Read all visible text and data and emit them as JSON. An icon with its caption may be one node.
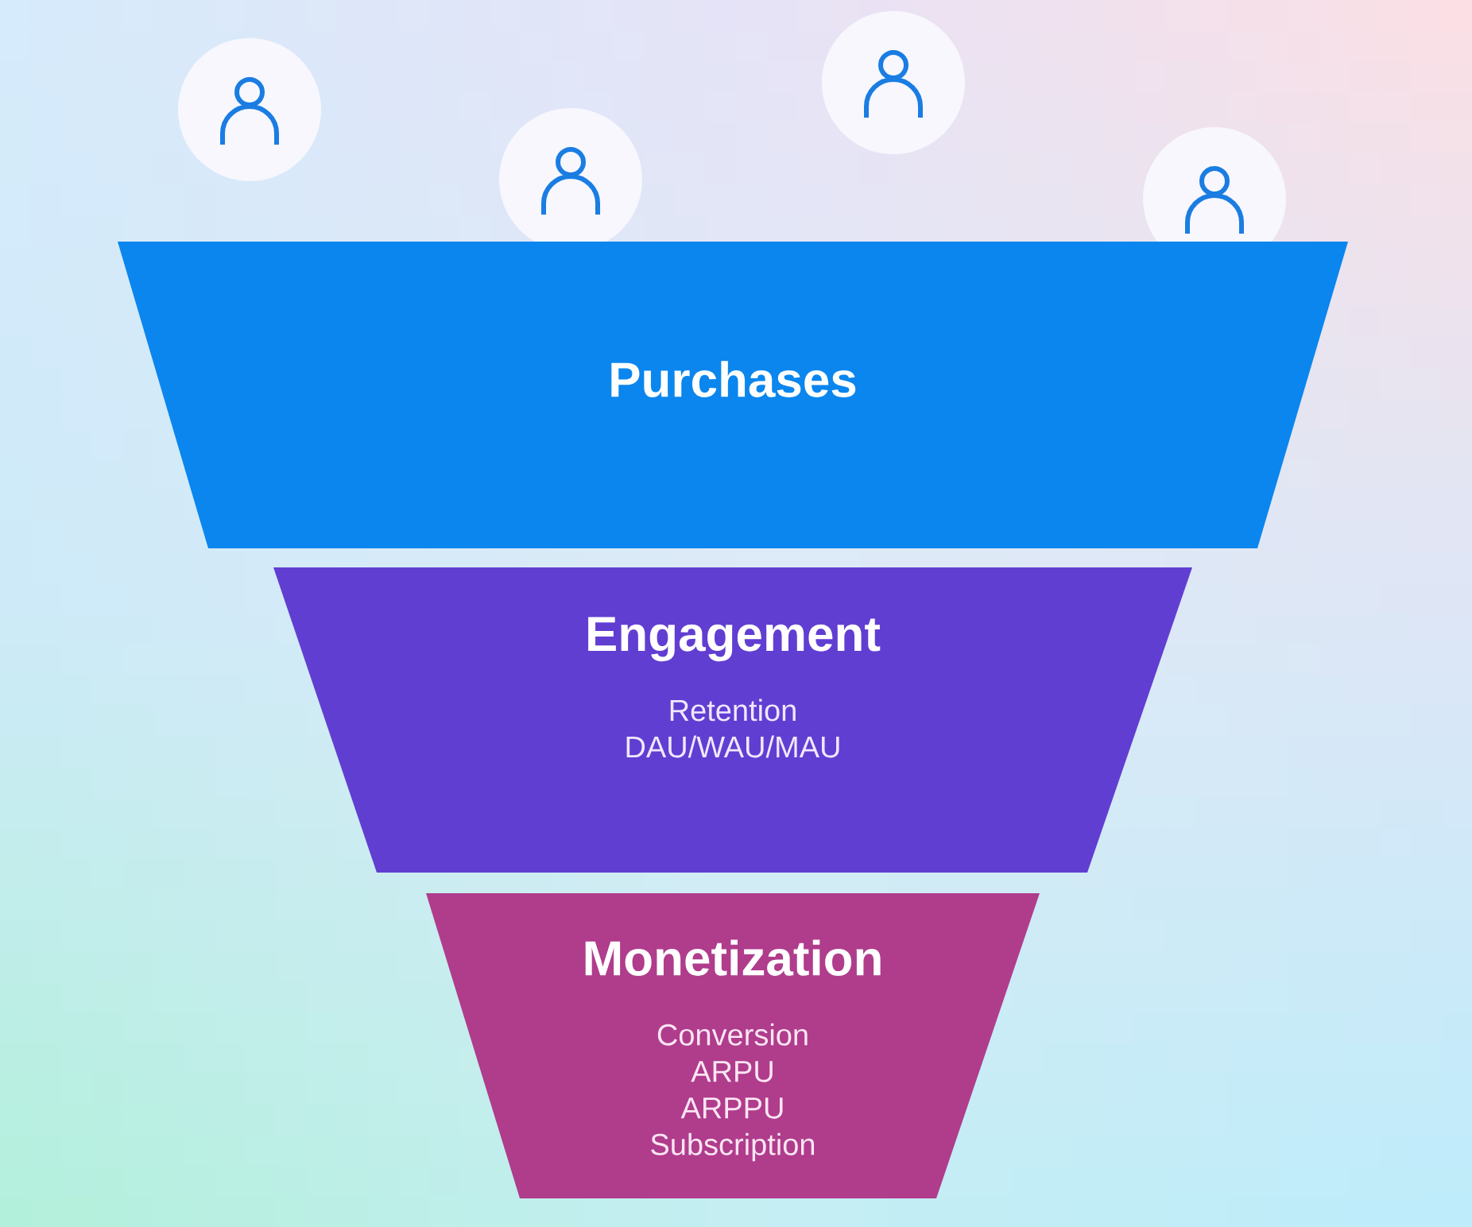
{
  "diagram": {
    "nodes": [
      {
        "text": [
          "Purchases"
        ]
      },
      {
        "text": [
          "Engagement",
          "Retention",
          "DAU/WAU/MAU"
        ]
      },
      {
        "text": [
          "Monetization",
          "Conversion",
          "ARPU",
          "ARPPU",
          "Subscription"
        ]
      }
    ]
  }
}
